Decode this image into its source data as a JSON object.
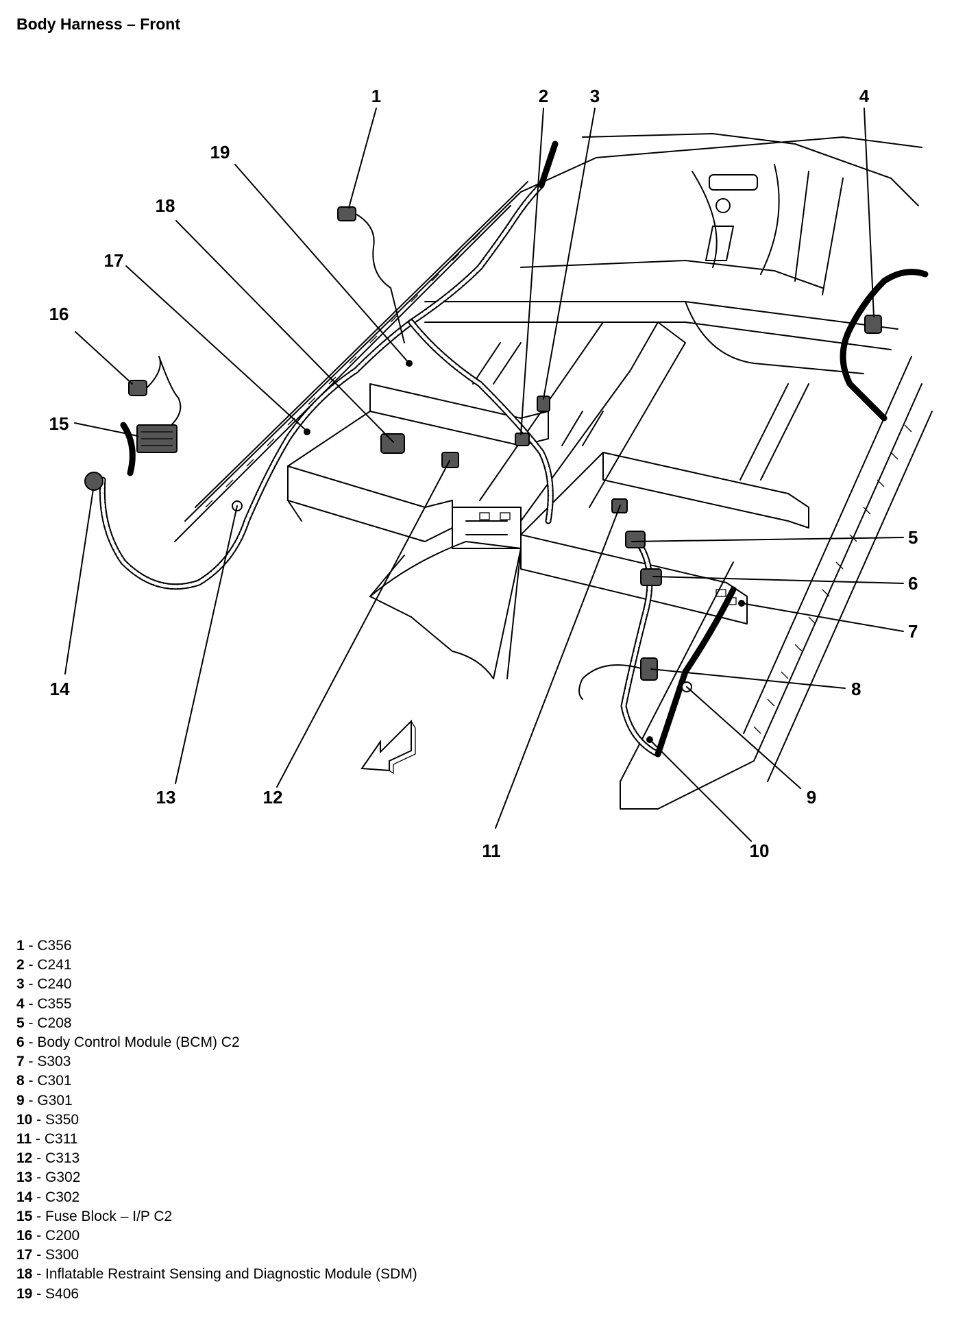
{
  "page": {
    "title": "Body Harness – Front"
  },
  "callouts": [
    "1",
    "2",
    "3",
    "4",
    "5",
    "6",
    "7",
    "8",
    "9",
    "10",
    "11",
    "12",
    "13",
    "14",
    "15",
    "16",
    "17",
    "18",
    "19"
  ],
  "legend": [
    {
      "num": "1",
      "sep": " - ",
      "text": "C356"
    },
    {
      "num": "2",
      "sep": " - ",
      "text": "C241"
    },
    {
      "num": "3",
      "sep": " - ",
      "text": "C240"
    },
    {
      "num": "4",
      "sep": " - ",
      "text": "C355"
    },
    {
      "num": "5",
      "sep": " - ",
      "text": "C208"
    },
    {
      "num": "6",
      "sep": " - ",
      "text": "Body Control Module (BCM) C2"
    },
    {
      "num": "7",
      "sep": " - ",
      "text": "S303"
    },
    {
      "num": "8",
      "sep": " - ",
      "text": "C301"
    },
    {
      "num": "9",
      "sep": " - ",
      "text": "G301"
    },
    {
      "num": "10",
      "sep": " - ",
      "text": "S350"
    },
    {
      "num": "11",
      "sep": " - ",
      "text": "C311"
    },
    {
      "num": "12",
      "sep": " - ",
      "text": "C313"
    },
    {
      "num": "13",
      "sep": " - ",
      "text": "G302"
    },
    {
      "num": "14",
      "sep": " - ",
      "text": "C302"
    },
    {
      "num": "15",
      "sep": " - ",
      "text": "Fuse Block – I/P C2"
    },
    {
      "num": "16",
      "sep": " - ",
      "text": "C200"
    },
    {
      "num": "17",
      "sep": " - ",
      "text": "S300"
    },
    {
      "num": "18",
      "sep": " - ",
      "text": "Inflatable Restraint Sensing and Diagnostic Module (SDM)"
    },
    {
      "num": "19",
      "sep": " - ",
      "text": "S406"
    }
  ],
  "icons": {
    "front_arrow": "arrow-front-icon"
  }
}
